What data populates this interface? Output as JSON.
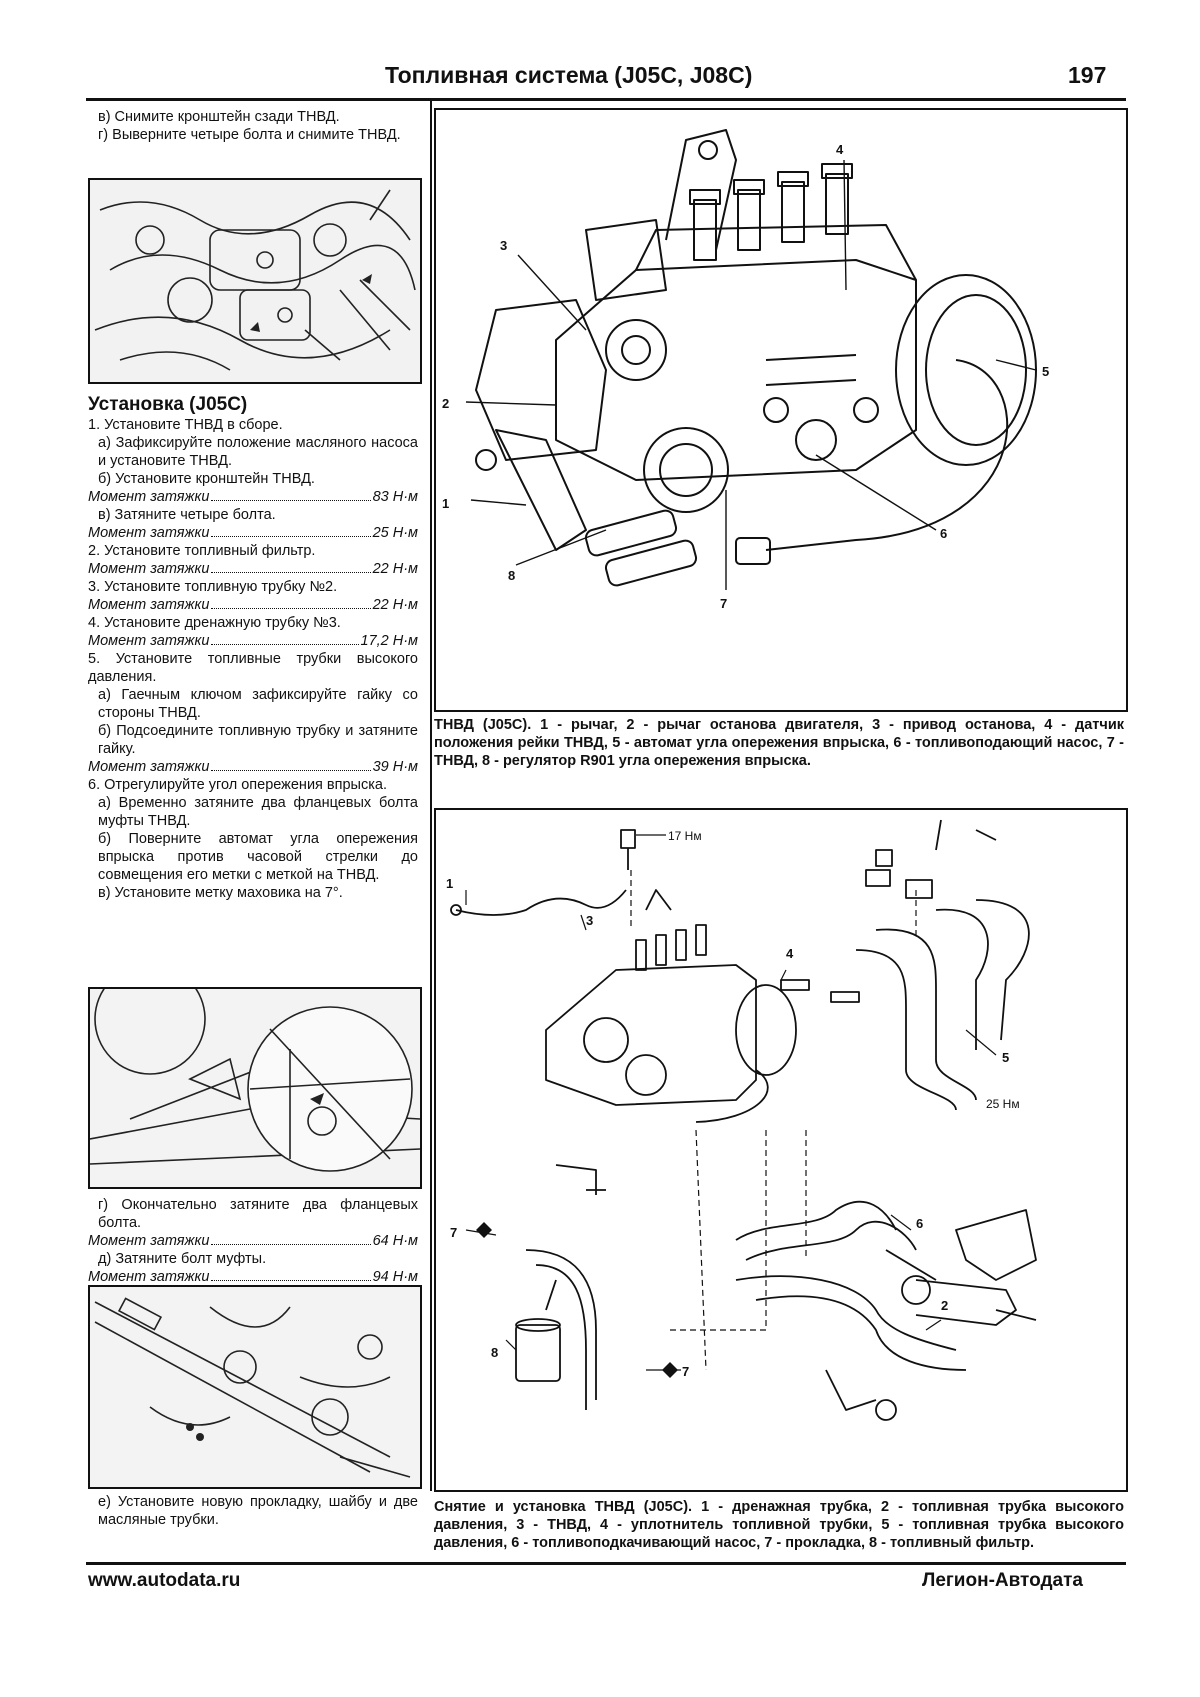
{
  "header": {
    "title": "Топливная система (J05C, J08C)",
    "page_number": "197"
  },
  "left_column": {
    "intro": [
      "в) Снимите кронштейн сзади ТНВД.",
      "г) Выверните четыре болта и снимите ТНВД."
    ],
    "install_heading": "Установка (J05C)",
    "step1": "1. Установите ТНВД в сборе.",
    "step1a": "а) Зафиксируйте положение масляного насоса и установите ТНВД.",
    "step1b": "б) Установите кронштейн ТНВД.",
    "torque1": {
      "label": "Момент затяжки",
      "value": "83 Н·м"
    },
    "step1c": "в) Затяните четыре болта.",
    "torque2": {
      "label": "Момент затяжки",
      "value": "25 Н·м"
    },
    "step2": "2. Установите топливный фильтр.",
    "torque3": {
      "label": "Момент затяжки",
      "value": "22 Н·м"
    },
    "step3": "3. Установите топливную трубку №2.",
    "torque4": {
      "label": "Момент затяжки",
      "value": "22 Н·м"
    },
    "step4": "4. Установите дренажную трубку №3.",
    "torque5": {
      "label": "Момент затяжки",
      "value": "17,2 Н·м"
    },
    "step5": "5. Установите топливные трубки высокого давления.",
    "step5a": "а) Гаечным ключом зафиксируйте гайку со стороны ТНВД.",
    "step5b": "б) Подсоедините топливную трубку и затяните гайку.",
    "torque6": {
      "label": "Момент затяжки",
      "value": "39 Н·м"
    },
    "step6": "6. Отрегулируйте угол опережения впрыска.",
    "step6a": "а) Временно затяните два фланцевых болта муфты ТНВД.",
    "step6b": "б) Поверните автомат угла опережения впрыска против часовой стрелки до совмещения его метки с меткой на ТНВД.",
    "step6c": "в) Установите метку маховика на 7°.",
    "step6d": "г) Окончательно затяните два фланцевых болта.",
    "torque7": {
      "label": "Момент затяжки",
      "value": "64 Н·м"
    },
    "step6e": "д) Затяните болт муфты.",
    "torque8": {
      "label": "Момент затяжки",
      "value": "94 Н·м"
    },
    "step6f": "е) Установите новую прокладку, шайбу и две масляные трубки."
  },
  "figure1": {
    "labels": [
      "1",
      "2",
      "3",
      "4",
      "5",
      "6",
      "7",
      "8"
    ],
    "caption": "ТНВД (J05C). 1 - рычаг, 2 - рычаг останова двигателя, 3 - привод останова, 4 - датчик положения рейки ТНВД, 5 - автомат угла опережения впрыска, 6 - топливоподающий насос, 7 - ТНВД, 8 - регулятор R901 угла опережения впрыска."
  },
  "figure2": {
    "labels": [
      "1",
      "2",
      "3",
      "4",
      "5",
      "6",
      "7",
      "7",
      "8"
    ],
    "torque_17": "17 Нм",
    "torque_25": "25 Нм",
    "caption": "Снятие и установка ТНВД (J05C). 1 - дренажная трубка, 2 - топливная трубка высокого давления, 3 - ТНВД, 4 - уплотнитель топливной трубки, 5 - топливная трубка высокого давления, 6 - топливоподкачивающий насос, 7 - прокладка, 8 - топливный фильтр."
  },
  "footer": {
    "left": "www.autodata.ru",
    "right": "Легион-Автодата"
  }
}
